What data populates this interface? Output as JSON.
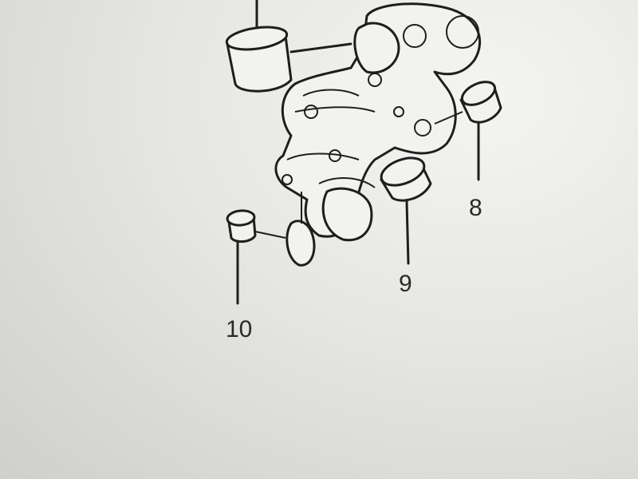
{
  "diagram": {
    "callouts": [
      {
        "id": "8",
        "label": "8"
      },
      {
        "id": "9",
        "label": "9"
      },
      {
        "id": "10",
        "label": "10"
      }
    ]
  }
}
